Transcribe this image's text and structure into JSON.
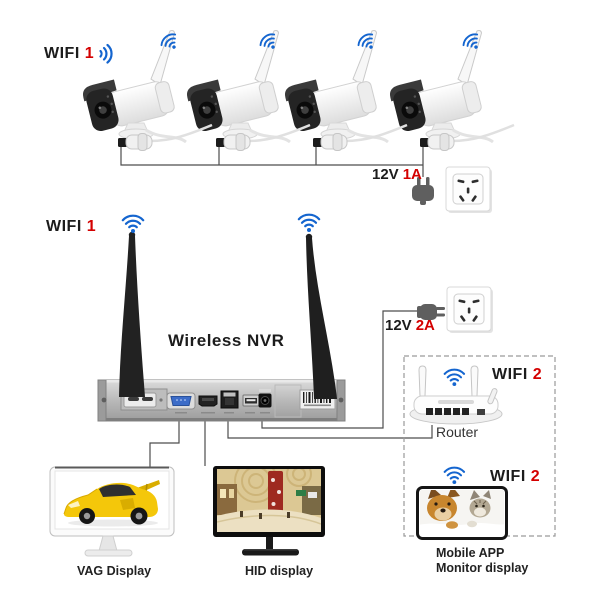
{
  "colors": {
    "wifi_blue": "#1465cf",
    "accent_red": "#d40000"
  },
  "sections": {
    "cameras": {
      "wifi_word": "WIFI",
      "wifi_number": "1",
      "camera_count": 4,
      "power_voltage": "12V",
      "power_current": "1A"
    },
    "nvr": {
      "wifi_word": "WIFI",
      "wifi_number": "1",
      "title": "Wireless NVR",
      "power_voltage": "12V",
      "power_current": "2A"
    },
    "router": {
      "wifi_word": "WIFI",
      "wifi_number": "2",
      "label": "Router"
    },
    "mobile": {
      "wifi_word": "WIFI",
      "wifi_number": "2",
      "caption_line1": "Mobile APP",
      "caption_line2": "Monitor display"
    },
    "displays": {
      "vag_label": "VAG Display",
      "hid_label": "HID display"
    }
  },
  "icons": {
    "wifi": "wifi-signal-icon",
    "signal": "signal-waves-icon",
    "plug": "power-plug-icon",
    "outlet": "wall-outlet-icon"
  }
}
